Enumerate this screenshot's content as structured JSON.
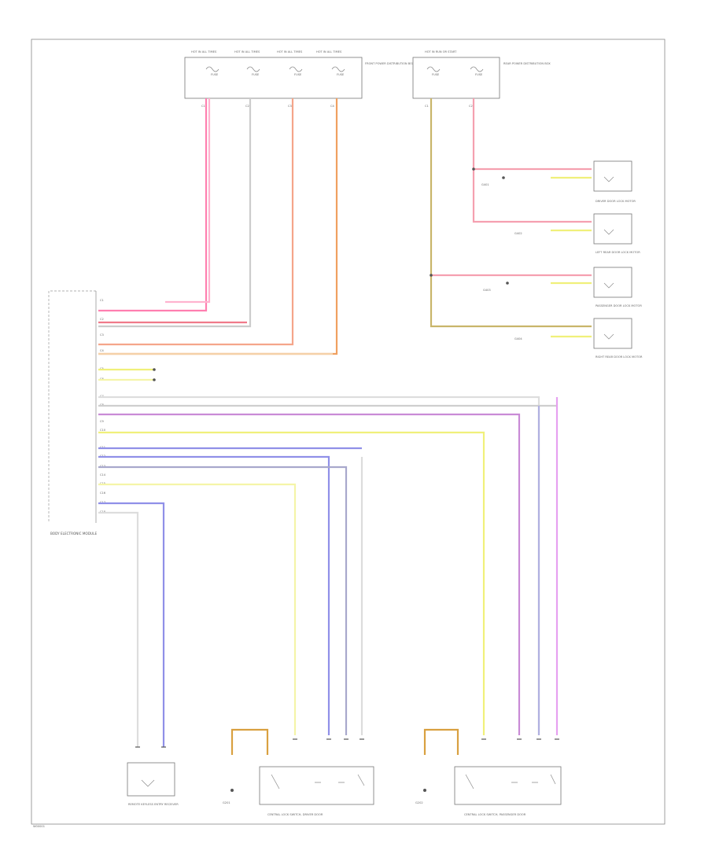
{
  "colors": {
    "pink": "#ff7fb0",
    "pink_light": "#ffb3cf",
    "red_pink": "#f07a8a",
    "salmon": "#f5a58a",
    "orange": "#f0a060",
    "peach": "#f5c39a",
    "yellow": "#f0f07a",
    "yellow_pale": "#f5f5a8",
    "olive": "#c9b56a",
    "violet": "#c98bd6",
    "magenta": "#e6a0f0",
    "blue_violet": "#9090e8",
    "blue_grey": "#a8a8cc",
    "grey": "#b8b8b8",
    "grey_light": "#d0d0d0",
    "orange_dark": "#d9a040"
  },
  "fuse_box_left": {
    "headers": [
      "HOT IN ALL TIMES",
      "HOT IN ALL TIMES",
      "HOT IN ALL TIMES",
      "HOT IN ALL TIMES"
    ],
    "fuses": [
      "FUSE",
      "FUSE",
      "FUSE",
      "FUSE"
    ],
    "side_label": "FRONT POWER DISTRIBUTION BOX",
    "pins": [
      "C1",
      "C2",
      "C3",
      "C4"
    ]
  },
  "fuse_box_right": {
    "header": "HOT IN RUN OR START",
    "fuses": [
      "FUSE",
      "FUSE"
    ],
    "side_label": "REAR POWER DISTRIBUTION BOX",
    "pins": [
      "C1",
      "C2"
    ]
  },
  "motors_right": [
    {
      "label": "DRIVER DOOR LOCK MOTOR",
      "ground": "G401"
    },
    {
      "label": "LEFT REAR DOOR LOCK MOTOR",
      "ground": "G402"
    },
    {
      "label": "PASSENGER DOOR LOCK MOTOR",
      "ground": "G403"
    },
    {
      "label": "RIGHT REAR DOOR LOCK MOTOR",
      "ground": "G404"
    }
  ],
  "module": {
    "label": "BODY ELECTRONIC MODULE",
    "pins": [
      "C1",
      "C2",
      "C3",
      "C4",
      "C5",
      "C6",
      "C7",
      "C8",
      "C9",
      "C10",
      "C11",
      "C12",
      "C13",
      "C14",
      "C15",
      "C16",
      "C17",
      "C18"
    ]
  },
  "bottom_components": [
    {
      "label": "REMOTE KEYLESS ENTRY RECEIVER"
    },
    {
      "label": "CENTRAL LOCK SWITCH, DRIVER DOOR"
    },
    {
      "label": "CENTRAL LOCK SWITCH, PASSENGER DOOR"
    }
  ],
  "grounds_bottom": [
    "G201",
    "G202"
  ],
  "footer_id": "W00001"
}
